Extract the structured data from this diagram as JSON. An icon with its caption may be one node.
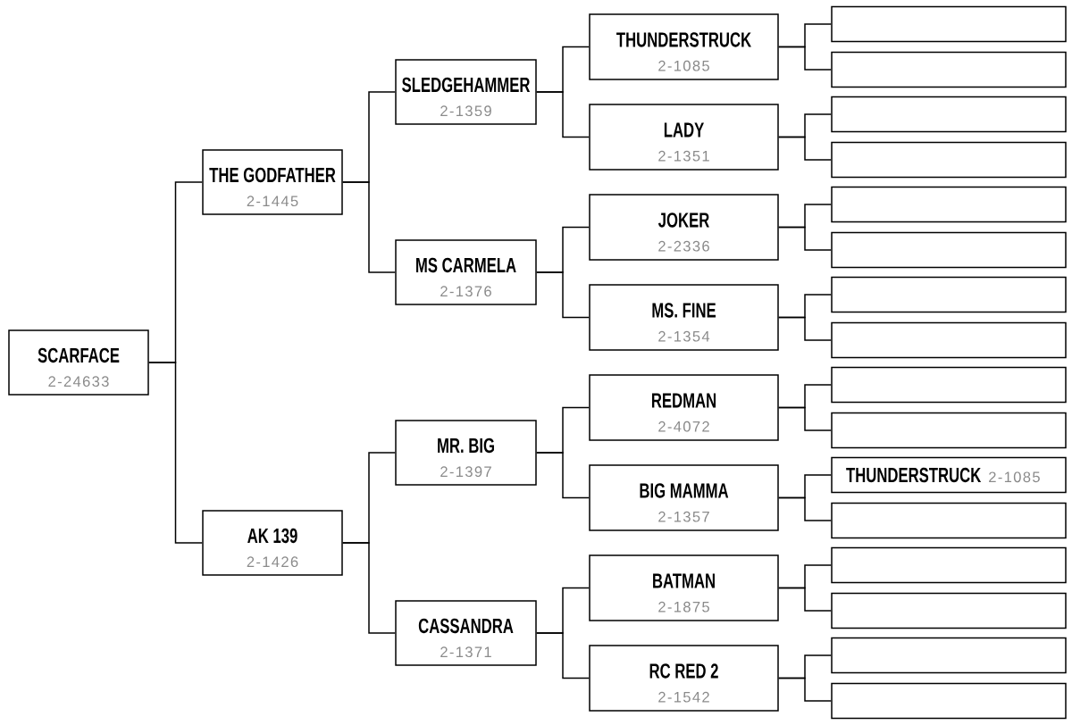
{
  "diagram": {
    "nodes": [
      {
        "text": [
          "SCARFACE",
          "2-24633"
        ]
      },
      {
        "text": [
          "THE GODFATHER",
          "2-1445"
        ]
      },
      {
        "text": [
          "AK 139",
          "2-1426"
        ]
      },
      {
        "text": [
          "SLEDGEHAMMER",
          "2-1359"
        ]
      },
      {
        "text": [
          "MS CARMELA",
          "2-1376"
        ]
      },
      {
        "text": [
          "MR. BIG",
          "2-1397"
        ]
      },
      {
        "text": [
          "CASSANDRA",
          "2-1371"
        ]
      },
      {
        "text": [
          "THUNDERSTRUCK",
          "2-1085"
        ]
      },
      {
        "text": [
          "LADY",
          "2-1351"
        ]
      },
      {
        "text": [
          "JOKER",
          "2-2336"
        ]
      },
      {
        "text": [
          "MS. FINE",
          "2-1354"
        ]
      },
      {
        "text": [
          "REDMAN",
          "2-4072"
        ]
      },
      {
        "text": [
          "BIG MAMMA",
          "2-1357"
        ]
      },
      {
        "text": [
          "BATMAN",
          "2-1875"
        ]
      },
      {
        "text": [
          "RC RED 2",
          "2-1542"
        ]
      },
      {
        "text": [],
        "shape": "box"
      },
      {
        "text": [],
        "shape": "box"
      },
      {
        "text": [],
        "shape": "box"
      },
      {
        "text": [],
        "shape": "box"
      },
      {
        "text": [],
        "shape": "box"
      },
      {
        "text": [],
        "shape": "box"
      },
      {
        "text": [],
        "shape": "box"
      },
      {
        "text": [],
        "shape": "box"
      },
      {
        "text": [],
        "shape": "box"
      },
      {
        "text": [],
        "shape": "box"
      },
      {
        "text": [
          "THUNDERSTRUCK",
          "2-1085"
        ]
      },
      {
        "text": [],
        "shape": "box"
      },
      {
        "text": [],
        "shape": "box"
      },
      {
        "text": [],
        "shape": "box"
      },
      {
        "text": [],
        "shape": "box"
      },
      {
        "text": [],
        "shape": "box"
      }
    ],
    "edges": [
      {
        "from": 0,
        "to": 1,
        "arrow": "none"
      },
      {
        "from": 0,
        "to": 2,
        "arrow": "none"
      },
      {
        "from": 1,
        "to": 3,
        "arrow": "none"
      },
      {
        "from": 1,
        "to": 4,
        "arrow": "none"
      },
      {
        "from": 2,
        "to": 5,
        "arrow": "none"
      },
      {
        "from": 2,
        "to": 6,
        "arrow": "none"
      },
      {
        "from": 3,
        "to": 7,
        "arrow": "none"
      },
      {
        "from": 3,
        "to": 8,
        "arrow": "none"
      },
      {
        "from": 4,
        "to": 9,
        "arrow": "none"
      },
      {
        "from": 4,
        "to": 10,
        "arrow": "none"
      },
      {
        "from": 5,
        "to": 11,
        "arrow": "none"
      },
      {
        "from": 5,
        "to": 12,
        "arrow": "none"
      },
      {
        "from": 6,
        "to": 13,
        "arrow": "none"
      },
      {
        "from": 6,
        "to": 14,
        "arrow": "none"
      },
      {
        "from": 7,
        "to": 15,
        "arrow": "none"
      },
      {
        "from": 7,
        "to": 16,
        "arrow": "none"
      },
      {
        "from": 8,
        "to": 17,
        "arrow": "none"
      },
      {
        "from": 8,
        "to": 18,
        "arrow": "none"
      },
      {
        "from": 9,
        "to": 19,
        "arrow": "none"
      },
      {
        "from": 9,
        "to": 20,
        "arrow": "none"
      },
      {
        "from": 10,
        "to": 21,
        "arrow": "none"
      },
      {
        "from": 10,
        "to": 22,
        "arrow": "none"
      },
      {
        "from": 11,
        "to": 23,
        "arrow": "none"
      },
      {
        "from": 11,
        "to": 24,
        "arrow": "none"
      },
      {
        "from": 12,
        "to": 25,
        "arrow": "none"
      },
      {
        "from": 12,
        "to": 26,
        "arrow": "none"
      },
      {
        "from": 13,
        "to": 27,
        "arrow": "none"
      },
      {
        "from": 13,
        "to": 28,
        "arrow": "none"
      },
      {
        "from": 14,
        "to": 29,
        "arrow": "none"
      },
      {
        "from": 14,
        "to": 30,
        "arrow": "none"
      }
    ]
  }
}
